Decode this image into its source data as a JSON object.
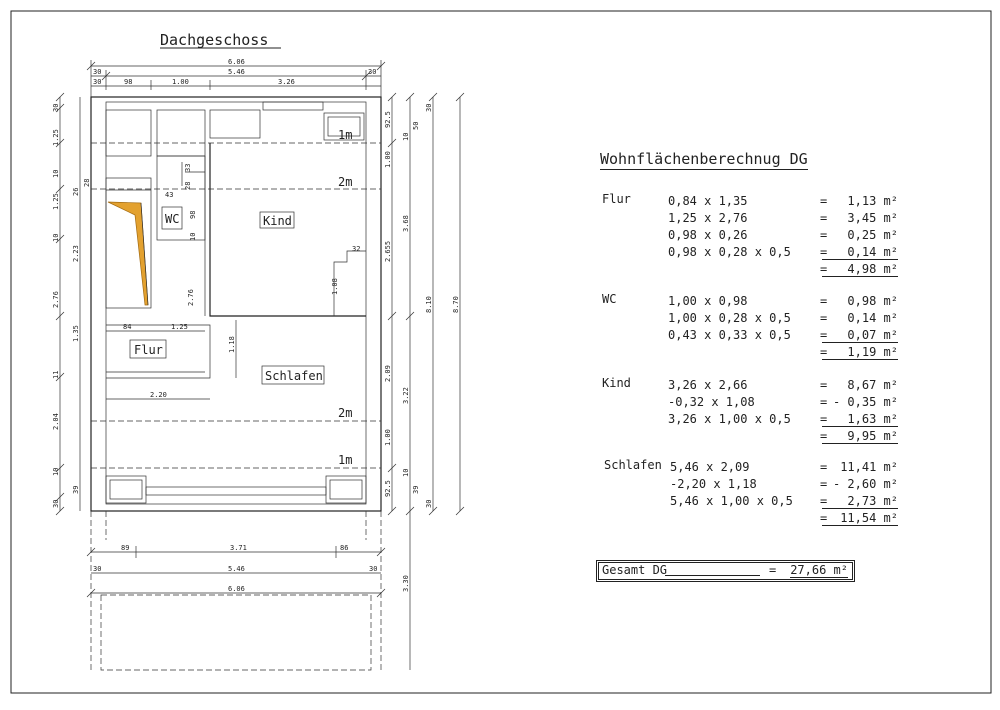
{
  "plan": {
    "title": "Dachgeschoss",
    "rooms": {
      "wc": "WC",
      "kind": "Kind",
      "flur": "Flur",
      "schlafen": "Schlafen"
    },
    "height_marks": {
      "m1_top": "1m",
      "m2_top": "2m",
      "m2_bottom": "2m",
      "m1_bottom": "1m"
    },
    "dims_top": [
      "6.06",
      "5.46",
      "30",
      "30",
      "30",
      "98",
      "1.00",
      "3.26"
    ],
    "dims_bottom": [
      "89",
      "3.71",
      "86",
      "30",
      "5.46",
      "30",
      "6.06"
    ],
    "dims_left": [
      "30",
      "1.25",
      "10",
      "28",
      "26",
      "1.25",
      "10",
      "2.23",
      "2.76",
      "1.35",
      "11",
      "2.04",
      "10",
      "39",
      "30"
    ],
    "dims_right": [
      "92.5",
      "10",
      "50",
      "30",
      "1.00",
      "3.68",
      "2.655",
      "8.10",
      "8.70",
      "2.09",
      "3.22",
      "1.00",
      "92.5",
      "10",
      "39",
      "30",
      "3.30"
    ],
    "dims_inner": [
      "33",
      "28",
      "43",
      "98",
      "10",
      "32",
      "1.08",
      "84",
      "1.25",
      "1.18",
      "2.20",
      "2.76"
    ]
  },
  "calc": {
    "title": "Wohnflächenberechnug DG",
    "sections": [
      {
        "label": "Flur",
        "rows": [
          {
            "expr": "0,84 x 1,35",
            "op": "=",
            "val": "1,13 m²"
          },
          {
            "expr": "1,25 x 2,76",
            "op": "=",
            "val": "3,45 m²"
          },
          {
            "expr": "0,98 x 0,26",
            "op": "=",
            "val": "0,25 m²"
          },
          {
            "expr": "0,98 x 0,28 x 0,5",
            "op": "=",
            "val": "0,14 m²"
          }
        ],
        "total": "4,98 m²"
      },
      {
        "label": "WC",
        "rows": [
          {
            "expr": "1,00 x 0,98",
            "op": "=",
            "val": "0,98 m²"
          },
          {
            "expr": "1,00 x 0,28 x 0,5",
            "op": "=",
            "val": "0,14 m²"
          },
          {
            "expr": "0,43 x 0,33 x 0,5",
            "op": "=",
            "val": "0,07 m²"
          }
        ],
        "total": "1,19 m²"
      },
      {
        "label": "Kind",
        "rows": [
          {
            "expr": "3,26 x 2,66",
            "op": "=",
            "val": "8,67 m²"
          },
          {
            "expr": "-0,32 x 1,08",
            "op": "=",
            "val": "- 0,35 m²"
          },
          {
            "expr": "3,26 x 1,00 x 0,5",
            "op": "=",
            "val": "1,63 m²"
          }
        ],
        "total": "9,95 m²"
      },
      {
        "label": "Schlafen",
        "rows": [
          {
            "expr": "5,46 x 2,09",
            "op": "=",
            "val": "11,41 m²"
          },
          {
            "expr": "-2,20 x 1,18",
            "op": "=",
            "val": "- 2,60 m²"
          },
          {
            "expr": "5,46 x 1,00 x 0,5",
            "op": "=",
            "val": "2,73 m²"
          }
        ],
        "total": "11,54 m²"
      }
    ],
    "grand": {
      "label": "Gesamt DG",
      "op": "=",
      "val": "27,66 m²"
    }
  }
}
